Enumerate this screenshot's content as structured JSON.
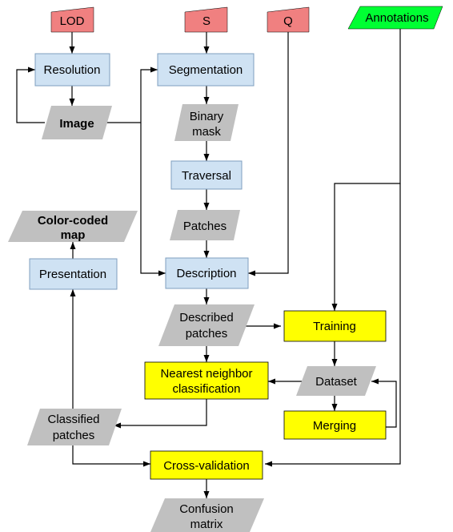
{
  "colors": {
    "input": "#f08080",
    "annotations": "#00ff33",
    "process": "#cfe2f3",
    "data": "#c0c0c0",
    "highlight": "#ffff00",
    "border": "#000000"
  },
  "nodes": {
    "lod": "LOD",
    "s": "S",
    "q": "Q",
    "annotations": "Annotations",
    "resolution": "Resolution",
    "image": "Image",
    "segmentation": "Segmentation",
    "binary_mask": [
      "Binary",
      "mask"
    ],
    "traversal": "Traversal",
    "patches": "Patches",
    "color_coded_map": [
      "Color-coded",
      "map"
    ],
    "presentation": "Presentation",
    "description": "Description",
    "described_patches": [
      "Described",
      "patches"
    ],
    "training": "Training",
    "nearest_neighbor": [
      "Nearest neighbor",
      "classification"
    ],
    "dataset": "Dataset",
    "merging": "Merging",
    "classified_patches": [
      "Classified",
      "patches"
    ],
    "cross_validation": "Cross-validation",
    "confusion_matrix": [
      "Confusion",
      "matrix"
    ]
  }
}
